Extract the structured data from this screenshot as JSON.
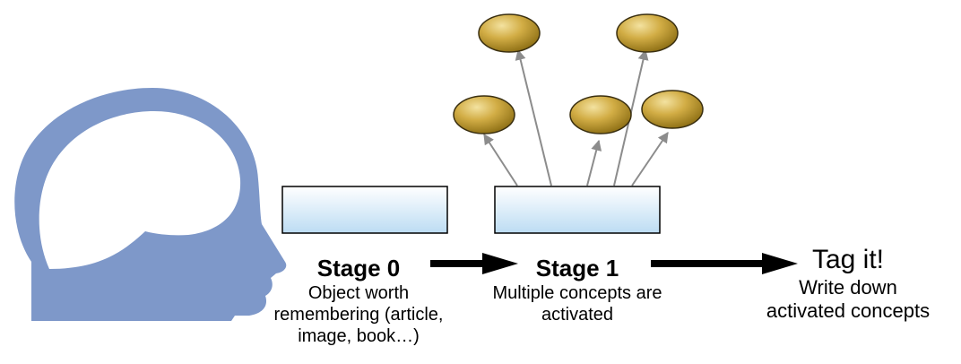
{
  "stages": [
    {
      "title": "Stage 0",
      "description": [
        "Object worth",
        "remembering (article,",
        "image, book…)"
      ]
    },
    {
      "title": "Stage 1",
      "description": [
        "Multiple concepts are",
        "activated"
      ]
    }
  ],
  "final": {
    "title": "Tag it!",
    "description": [
      "Write down",
      "activated concepts"
    ]
  },
  "colors": {
    "head": "#7e98c9",
    "brain": "#ffffff",
    "box_top": "#ffffff",
    "box_bottom": "#bcdcf3",
    "concept_light": "#e8d27a",
    "concept_dark": "#8a6c12",
    "arrow": "#000000",
    "activation_line": "#8c8c8c"
  },
  "icons": [
    "head-silhouette-icon",
    "brain-icon",
    "concept-bubble-icon"
  ]
}
